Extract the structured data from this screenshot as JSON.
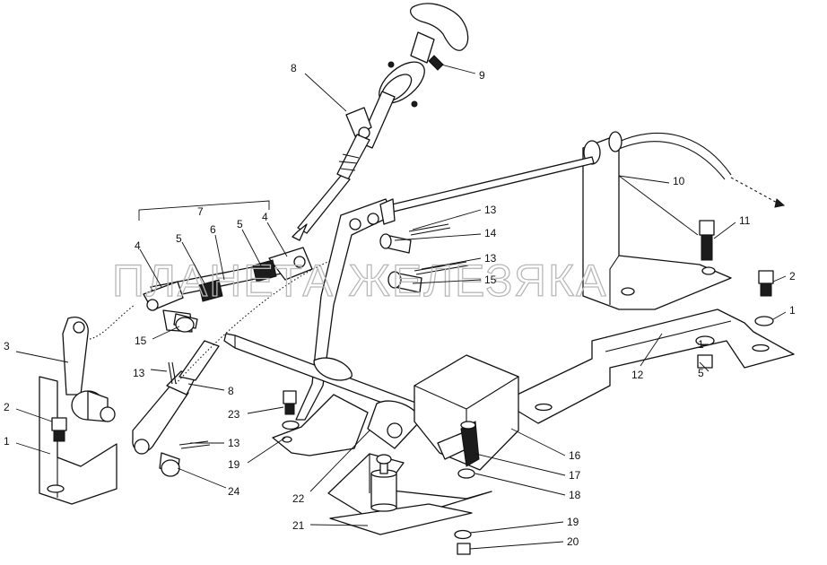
{
  "watermark": "ПЛАНЕТА ЖЕЛЕЗЯКА",
  "callouts": {
    "c1a": "1",
    "c1b": "1",
    "c1c": "1",
    "c2a": "2",
    "c2b": "2",
    "c3": "3",
    "c4a": "4",
    "c4b": "4",
    "c5a": "5",
    "c5b": "5",
    "c5c": "5",
    "c6": "6",
    "c7": "7",
    "c8a": "8",
    "c8b": "8",
    "c9": "9",
    "c10": "10",
    "c11": "11",
    "c12": "12",
    "c13a": "13",
    "c13b": "13",
    "c13c": "13",
    "c13d": "13",
    "c14": "14",
    "c15a": "15",
    "c15b": "15",
    "c16": "16",
    "c17": "17",
    "c18": "18",
    "c19a": "19",
    "c19b": "19",
    "c20": "20",
    "c21": "21",
    "c22": "22",
    "c23": "23",
    "c24": "24"
  }
}
